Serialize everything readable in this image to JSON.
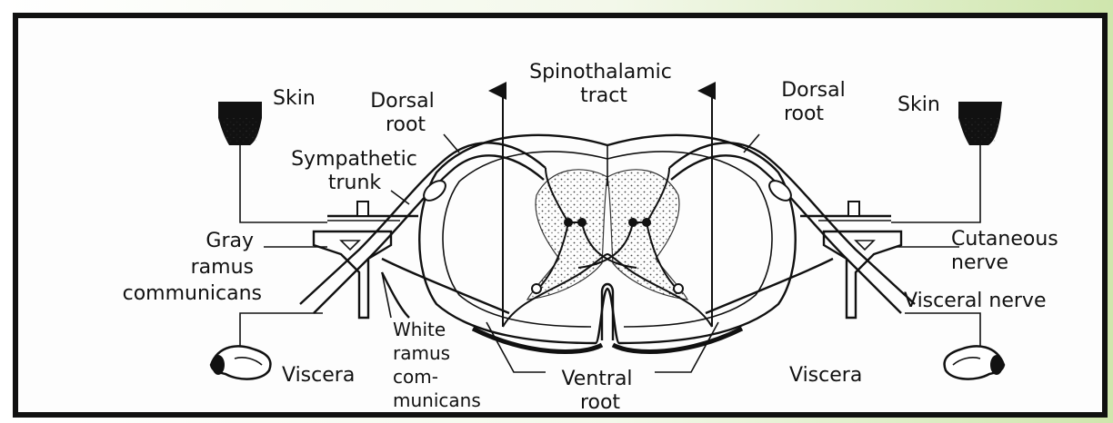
{
  "labels": {
    "spinothalamic": [
      "Spinothalamic",
      "tract"
    ],
    "skin_left": "Skin",
    "skin_right": "Skin",
    "dorsal_root_left": [
      "Dorsal",
      "root"
    ],
    "dorsal_root_right": [
      "Dorsal",
      "root"
    ],
    "sympathetic_trunk": [
      "Sympathetic",
      "trunk"
    ],
    "gray_ramus": [
      "Gray",
      "ramus",
      "communicans"
    ],
    "white_ramus": [
      "White",
      "ramus",
      "com-",
      "municans"
    ],
    "cutaneous_nerve": [
      "Cutaneous",
      "nerve"
    ],
    "visceral_nerve": "Visceral nerve",
    "viscera_left": "Viscera",
    "viscera_right": "Viscera",
    "ventral_root": [
      "Ventral",
      "root"
    ]
  },
  "colors": {
    "ink": "#111111",
    "paper": "#fdfdfd",
    "accent_green": "#cfe6ad"
  },
  "icons": [
    "skin-patch-icon",
    "viscera-icon"
  ]
}
